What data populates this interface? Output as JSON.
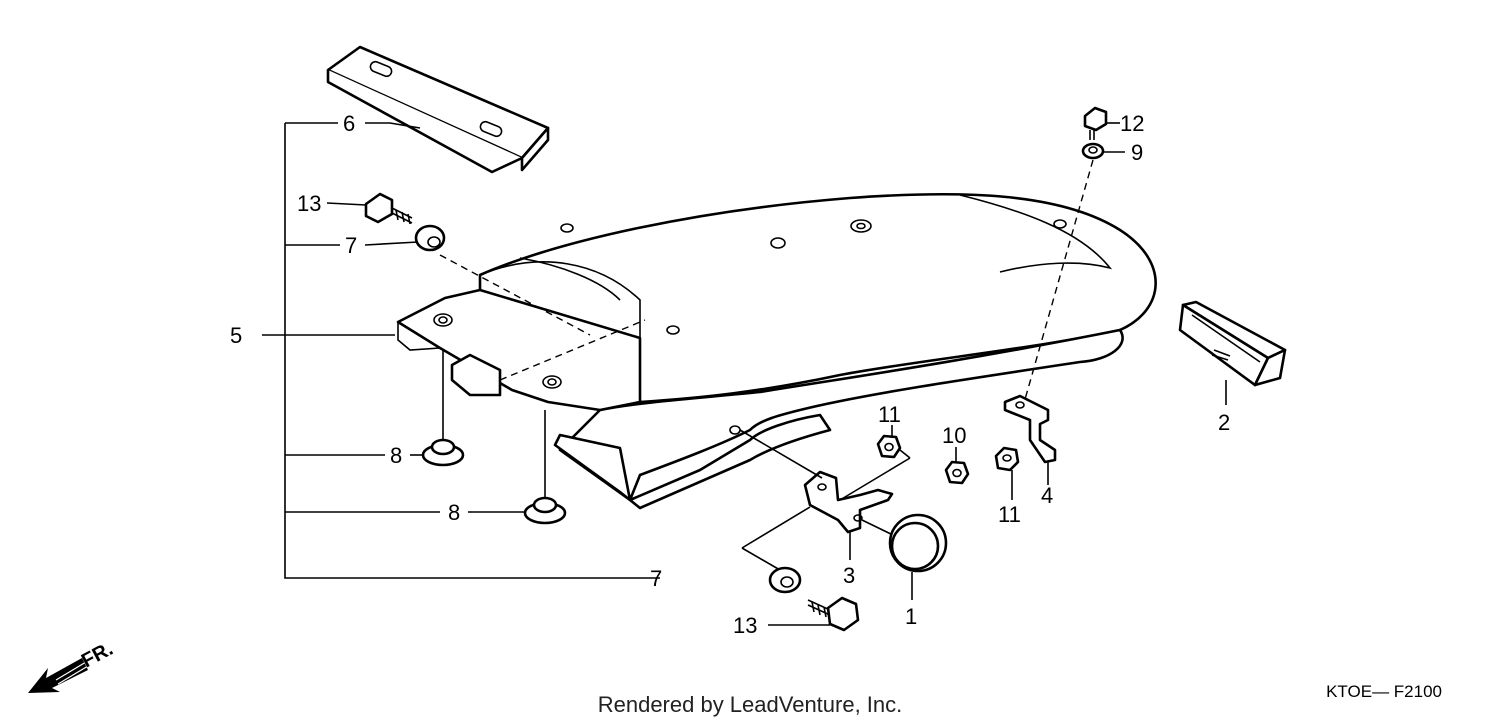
{
  "callouts": {
    "c1": "1",
    "c2": "2",
    "c3": "3",
    "c4": "4",
    "c5": "5",
    "c6": "6",
    "c7a": "7",
    "c7b": "7",
    "c8a": "8",
    "c8b": "8",
    "c9": "9",
    "c10": "10",
    "c11a": "11",
    "c11b": "11",
    "c12": "12",
    "c13a": "13",
    "c13b": "13"
  },
  "front_marker": "FR.",
  "figure_code": "KTOE— F2100",
  "footer": "Rendered by LeadVenture, Inc."
}
